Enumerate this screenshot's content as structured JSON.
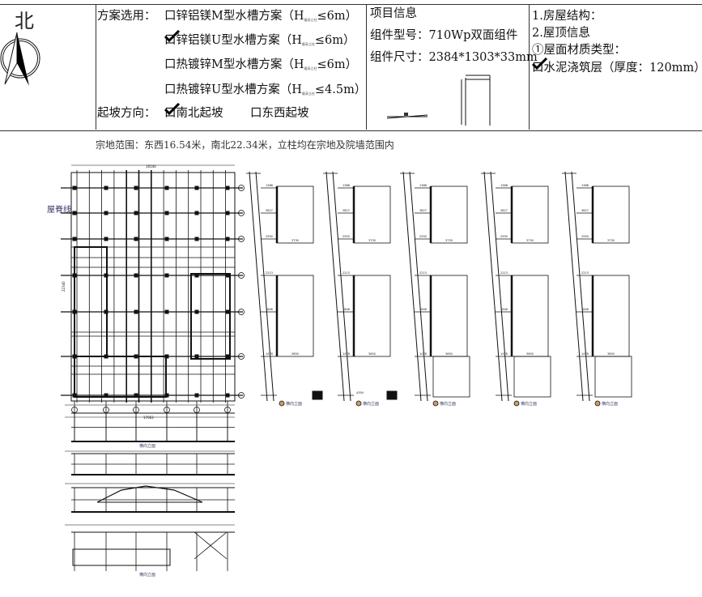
{
  "north_label": "北",
  "scheme": {
    "label": "方案选用：",
    "options": [
      {
        "text": "口锌铝镁M型水槽方案（H",
        "sub": "最高立柱",
        "limit": "≤6m）",
        "checked": false
      },
      {
        "text": "口锌铝镁U型水槽方案（H",
        "sub": "最高立柱",
        "limit": "≤6m）",
        "checked": true
      },
      {
        "text": "口热镀锌M型水槽方案（H",
        "sub": "最高立柱",
        "limit": "≤6m）",
        "checked": false
      },
      {
        "text": "口热镀锌U型水槽方案（H",
        "sub": "最高立柱",
        "limit": "≤4.5m）",
        "checked": false
      }
    ],
    "slope_label": "起坡方向：",
    "slope_options": [
      {
        "text": "口南北起坡",
        "checked": true
      },
      {
        "text": "口东西起坡",
        "checked": false
      }
    ]
  },
  "project": {
    "title": "项目信息",
    "model": "组件型号：710Wp双面组件",
    "size": "组件尺寸：2384*1303*33mm"
  },
  "house": {
    "structure": "1.房屋结构：",
    "roof_info": "2.屋顶信息",
    "material_type": "①屋面材质类型：",
    "material": "口水泥浇筑层（厚度：120mm）",
    "material_checked": true
  },
  "site_text": "宗地范围：东西16.54米，南北22.34米，立柱均在宗地及院墙范围内",
  "drawing": {
    "ridge_label": "屋脊线",
    "plan_width": "16540",
    "plan_depth": "22340",
    "axis_width": "17063",
    "elevation_label": "横向立面",
    "side_labels": [
      "横向立面",
      "横向立面",
      "横向立面",
      "横向立面",
      "横向立面"
    ],
    "side_dims": [
      "1388",
      "3827",
      "2550",
      "3730",
      "2213",
      "1846",
      "1478",
      "3650",
      "4350"
    ]
  }
}
